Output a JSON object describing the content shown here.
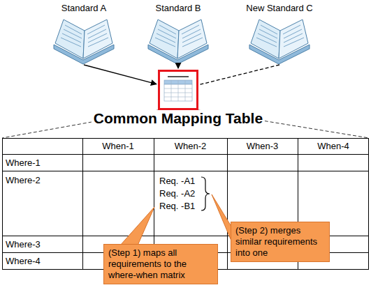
{
  "diagram": {
    "nodes": [
      {
        "text": [
          "Standard A"
        ]
      },
      {
        "text": [
          "Standard B"
        ]
      },
      {
        "text": [
          "New Standard C"
        ]
      },
      {
        "text": [
          "Common Mapping Table"
        ]
      },
      {
        "text": [
          "(Step 2) merges similar requirements into one"
        ]
      },
      {
        "text": [
          "(Step 1) maps all requirements to the where-when matrix"
        ]
      }
    ],
    "edges": [
      {
        "from": 0,
        "to": 3,
        "arrow": "to"
      },
      {
        "from": 1,
        "to": 3,
        "arrow": "to"
      },
      {
        "from": 2,
        "to": 3,
        "arrow": "none"
      }
    ],
    "labels": [
      "When-1",
      "When-2",
      "When-3",
      "When-4",
      "Where-1",
      "Where-2",
      "Req. -A1",
      "Req. -A2",
      "Req. -B1",
      "Where-3",
      "Where-4"
    ]
  }
}
